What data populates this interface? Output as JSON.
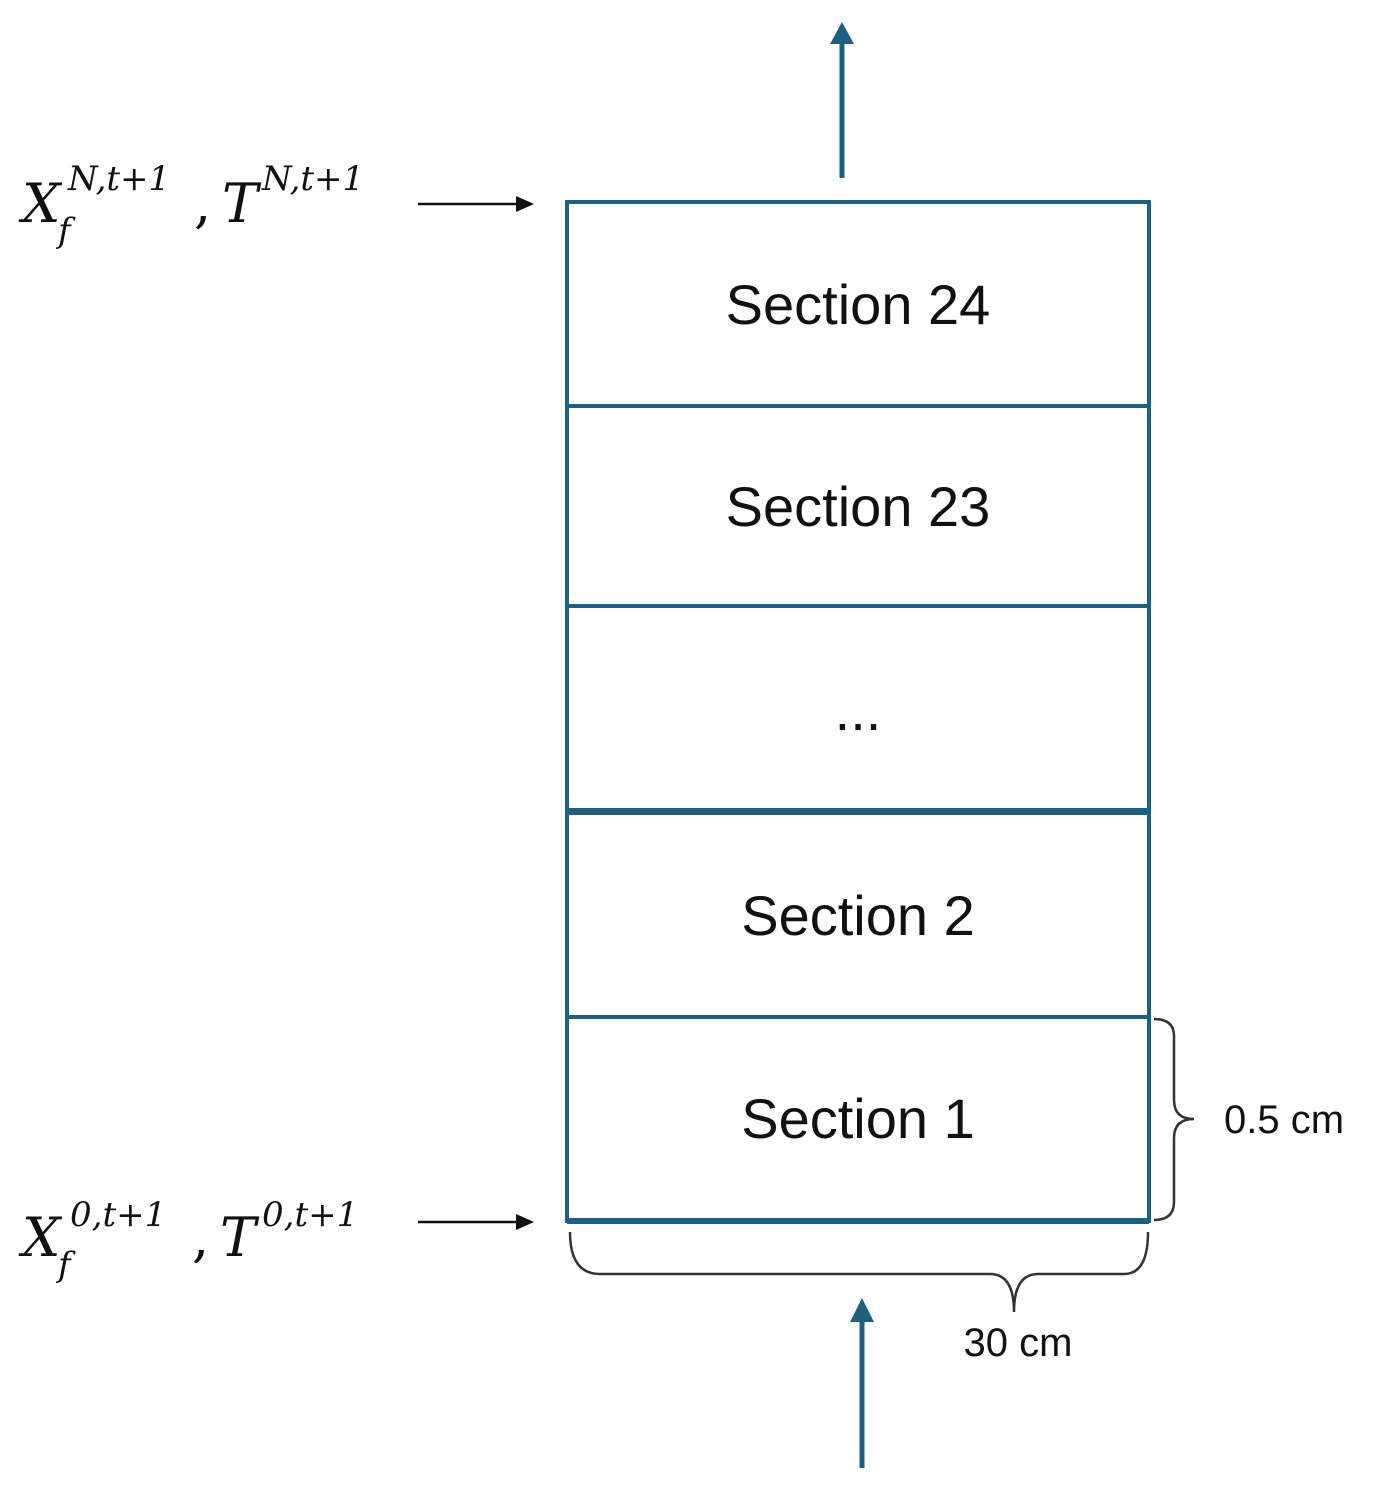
{
  "colors": {
    "box_stroke": "#1f5f7f",
    "flow_arrow": "#1f5f7f",
    "text": "#111111",
    "bracket": "#333333"
  },
  "sections": [
    {
      "label": "Section 24"
    },
    {
      "label": "Section 23"
    },
    {
      "label": "..."
    },
    {
      "label": "Section 2"
    },
    {
      "label": "Section 1"
    }
  ],
  "dimensions": {
    "height_label": "0.5 cm",
    "width_label": "30 cm"
  },
  "inputs": {
    "top": {
      "x_symbol": "X",
      "x_sub": "f",
      "x_sup": "N,t+1",
      "t_symbol": "T",
      "t_sup": "N,t+1",
      "comma": ","
    },
    "bottom": {
      "x_symbol": "X",
      "x_sub": "f",
      "x_sup": "0,t+1",
      "t_symbol": "T",
      "t_sup": "0,t+1",
      "comma": ","
    }
  },
  "icons": {
    "outlet_arrow": "arrow-up-icon",
    "inlet_arrow": "arrow-up-icon",
    "feed_arrows": "arrow-right-icon"
  }
}
